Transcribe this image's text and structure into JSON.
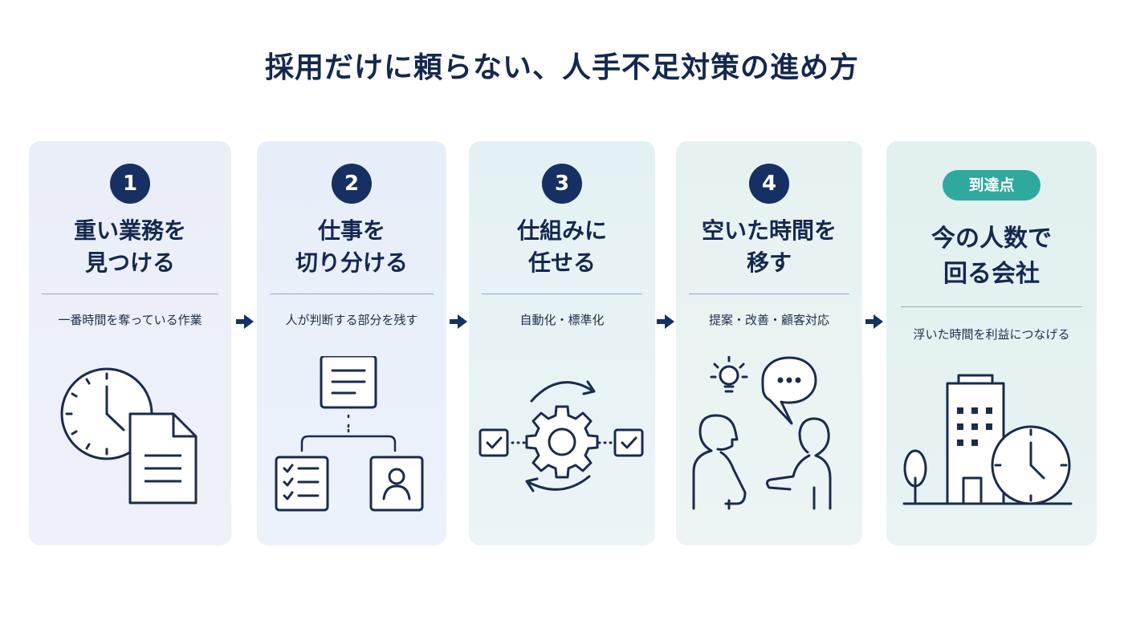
{
  "title": "採用だけに頼らない、人手不足対策の進め方",
  "steps": [
    {
      "number": "1",
      "heading_line1": "重い業務を",
      "heading_line2": "見つける",
      "description": "一番時間を奪っている作業"
    },
    {
      "number": "2",
      "heading_line1": "仕事を",
      "heading_line2": "切り分ける",
      "description": "人が判断する部分を残す"
    },
    {
      "number": "3",
      "heading_line1": "仕組みに",
      "heading_line2": "任せる",
      "description": "自動化・標準化"
    },
    {
      "number": "4",
      "heading_line1": "空いた時間を",
      "heading_line2": "移す",
      "description": "提案・改善・顧客対応"
    }
  ],
  "goal": {
    "badge": "到達点",
    "heading_line1": "今の人数で",
    "heading_line2": "回る会社",
    "description": "浮いた時間を利益につなげる"
  },
  "icons": {
    "step1": [
      "clock-icon",
      "document-icon"
    ],
    "step2": [
      "document-icon",
      "checklist-icon",
      "person-card-icon"
    ],
    "step3": [
      "gear-icon",
      "checkbox-icon",
      "cycle-arrows-icon"
    ],
    "step4": [
      "lightbulb-icon",
      "speech-bubble-icon",
      "people-talking-icon"
    ],
    "goal": [
      "building-icon",
      "tree-icon",
      "clock-icon"
    ],
    "flow": "arrow-right-icon"
  },
  "colors": {
    "navy": "#173063",
    "teal_badge": "#2fa89e"
  }
}
